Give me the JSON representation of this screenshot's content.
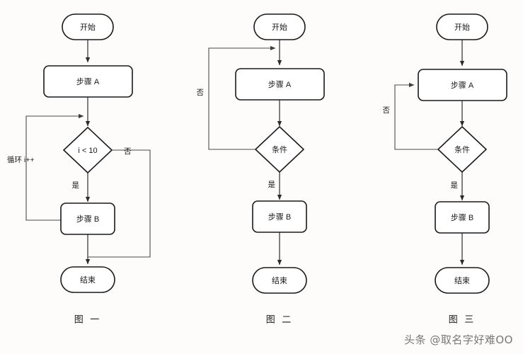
{
  "page": {
    "background_color": "#fdfcfa",
    "stroke_color": "#1a1a1a",
    "connector_color": "#4a4a4a",
    "watermark": "头条 @取名字好难OO"
  },
  "diagrams": [
    {
      "id": "diagram-one",
      "caption": "图 一",
      "nodes": {
        "start": "开始",
        "step_a": "步骤 A",
        "decision": "i < 10",
        "step_b": "步骤 B",
        "end": "结束"
      },
      "edge_labels": {
        "loop": "循环 i++",
        "no": "否",
        "yes": "是"
      }
    },
    {
      "id": "diagram-two",
      "caption": "图 二",
      "nodes": {
        "start": "开始",
        "step_a": "步骤 A",
        "decision": "条件",
        "step_b": "步骤 B",
        "end": "结束"
      },
      "edge_labels": {
        "no": "否",
        "yes": "是"
      }
    },
    {
      "id": "diagram-three",
      "caption": "图 三",
      "nodes": {
        "start": "开始",
        "step_a": "步骤 A",
        "decision": "条件",
        "step_b": "步骤 B",
        "end": "结束"
      },
      "edge_labels": {
        "no": "否",
        "yes": "是"
      }
    }
  ]
}
